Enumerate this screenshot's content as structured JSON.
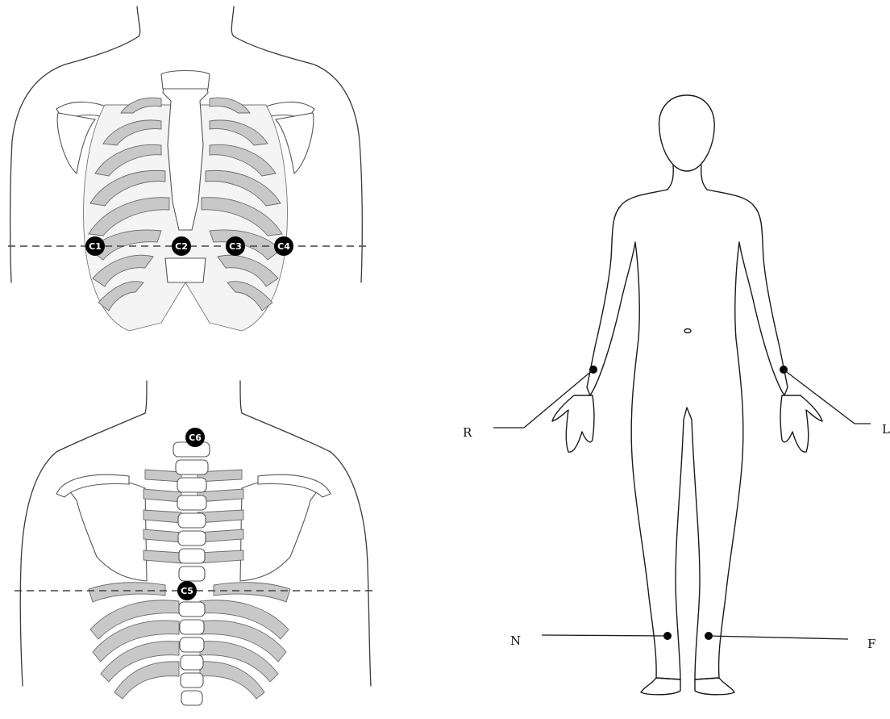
{
  "chest_electrodes": {
    "c1": "C1",
    "c2": "C2",
    "c3": "C3",
    "c4": "C4"
  },
  "back_electrodes": {
    "c5": "C5",
    "c6": "C6"
  },
  "limb_electrodes": {
    "r": "R",
    "l": "L",
    "n": "N",
    "f": "F"
  }
}
